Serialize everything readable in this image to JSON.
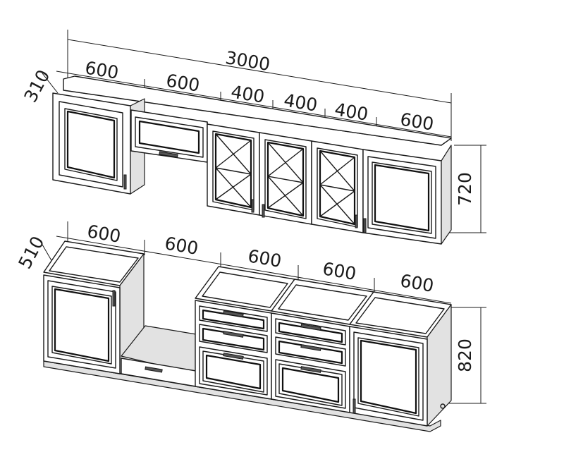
{
  "diagram": {
    "upper_row": {
      "overall_width": "3000",
      "depth": "310",
      "height": "720",
      "module_widths": [
        "600",
        "600",
        "400",
        "400",
        "400",
        "600"
      ]
    },
    "lower_row": {
      "depth": "510",
      "height": "820",
      "module_widths": [
        "600",
        "600",
        "600",
        "600",
        "600"
      ]
    }
  }
}
